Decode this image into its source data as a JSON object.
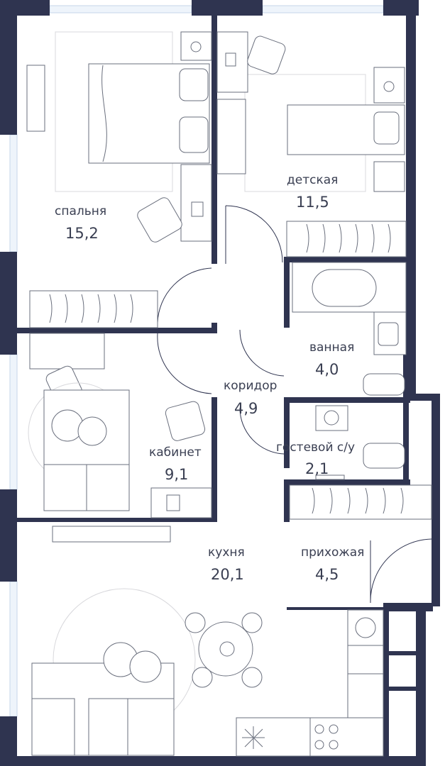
{
  "rooms": [
    {
      "id": "bedroom",
      "name": "спальня",
      "area": "15,2"
    },
    {
      "id": "kids",
      "name": "детская",
      "area": "11,5"
    },
    {
      "id": "bathroom",
      "name": "ванная",
      "area": "4,0"
    },
    {
      "id": "corridor",
      "name": "коридор",
      "area": "4,9"
    },
    {
      "id": "guest-wc",
      "name": "гостевой с/у",
      "area": "2,1"
    },
    {
      "id": "study",
      "name": "кабинет",
      "area": "9,1"
    },
    {
      "id": "kitchen",
      "name": "кухня",
      "area": "20,1"
    },
    {
      "id": "hallway",
      "name": "прихожая",
      "area": "4,5"
    }
  ],
  "colors": {
    "wall": "#2f3450",
    "text": "#3a3f52",
    "window": "#c6d6ea"
  }
}
